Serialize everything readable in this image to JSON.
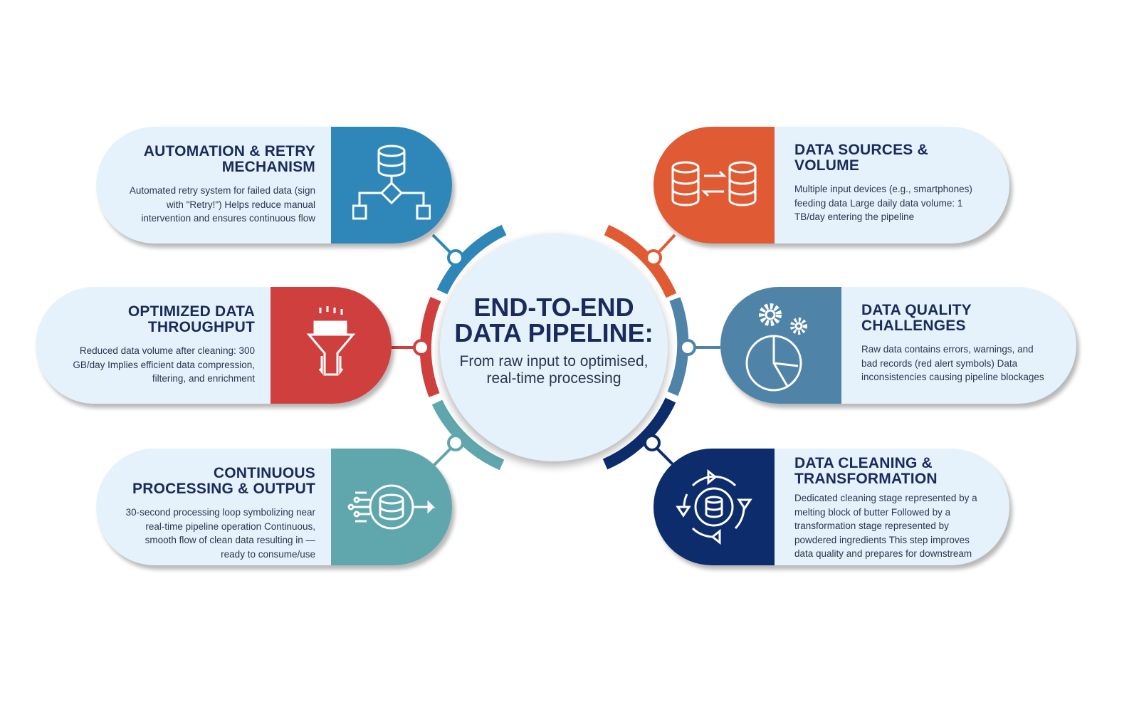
{
  "center": {
    "title_line1": "END-TO-END",
    "title_line2": "DATA PIPELINE:",
    "subtitle_line1": "From raw input to optimised,",
    "subtitle_line2": "real-time processing"
  },
  "cards": [
    {
      "title": "AUTOMATION & RETRY MECHANISM",
      "text": "Automated retry system for failed data (sign with \"Retry!\") Helps reduce manual intervention and ensures continuous flow",
      "color": "#2e86b9",
      "icon": "flowchart-database-icon"
    },
    {
      "title": "DATA SOURCES & VOLUME",
      "text": "Multiple input devices (e.g., smartphones) feeding data Large daily data volume: 1 TB/day entering the pipeline",
      "color": "#e05a33",
      "icon": "database-sync-icon"
    },
    {
      "title": "OPTIMIZED DATA THROUGHPUT",
      "text": "Reduced data volume after cleaning: 300 GB/day Implies efficient data compression, filtering, and enrichment",
      "color": "#cf3f3e",
      "icon": "funnel-icon"
    },
    {
      "title": "DATA QUALITY CHALLENGES",
      "text": "Raw data contains errors, warnings, and bad records (red alert symbols) Data inconsistencies causing pipeline blockages",
      "color": "#4f83a8",
      "icon": "gears-pie-chart-icon"
    },
    {
      "title": "CONTINUOUS PROCESSING & OUTPUT",
      "text": "30-second processing loop symbolizing near real-time pipeline operation Continuous, smooth flow of clean data resulting in  — ready to consume/use",
      "color": "#5fa6ad",
      "icon": "database-output-icon"
    },
    {
      "title": "DATA CLEANING & TRANSFORMATION",
      "text": "Dedicated cleaning stage represented by a melting block of butter Followed by a transformation stage represented by powdered ingredients This step improves data quality and prepares for downstream use",
      "color": "#0d2c6b",
      "icon": "database-cycle-icon"
    }
  ]
}
